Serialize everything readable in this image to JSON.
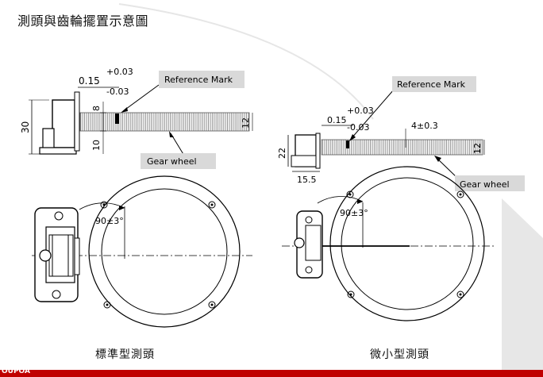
{
  "title": "測頭與齒輪擺置示意圖",
  "standard": {
    "caption": "標準型測頭",
    "reference_mark_label": "Reference Mark",
    "gear_wheel_label": "Gear wheel",
    "dims": {
      "gap": "0.15",
      "tol_plus": "+0.03",
      "tol_minus": "-0.03",
      "height": "30",
      "mark_offset": "8",
      "lower": "10",
      "gear_width": "12",
      "angle": "90±3°"
    }
  },
  "mini": {
    "caption": "微小型測頭",
    "reference_mark_label": "Reference Mark",
    "gear_wheel_label": "Gear wheel",
    "dims": {
      "gap": "0.15",
      "tol_plus": "+0.03",
      "tol_minus": "-0.03",
      "height": "22",
      "base_width": "15.5",
      "mark_dim": "4±0.3",
      "gear_width": "12",
      "angle": "90±3°"
    }
  },
  "footer_text": "OUPOA",
  "colors": {
    "footer_bar": "#c00000",
    "label_box": "#d9d9d9"
  }
}
